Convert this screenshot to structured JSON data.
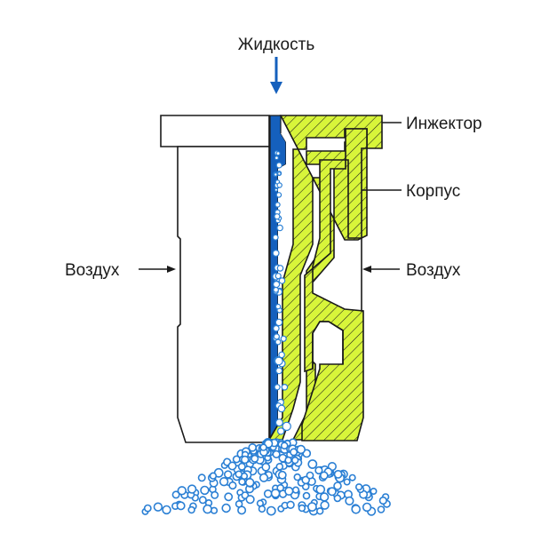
{
  "labels": {
    "liquid": "Жидкость",
    "injector": "Инжектор",
    "body": "Корпус",
    "air_left": "Воздух",
    "air_right": "Воздух"
  },
  "colors": {
    "liquid_blue": "#1560bd",
    "drop_blue": "#2a7fd4",
    "part_green": "#d8f53a",
    "outline": "#1a1a1a"
  }
}
